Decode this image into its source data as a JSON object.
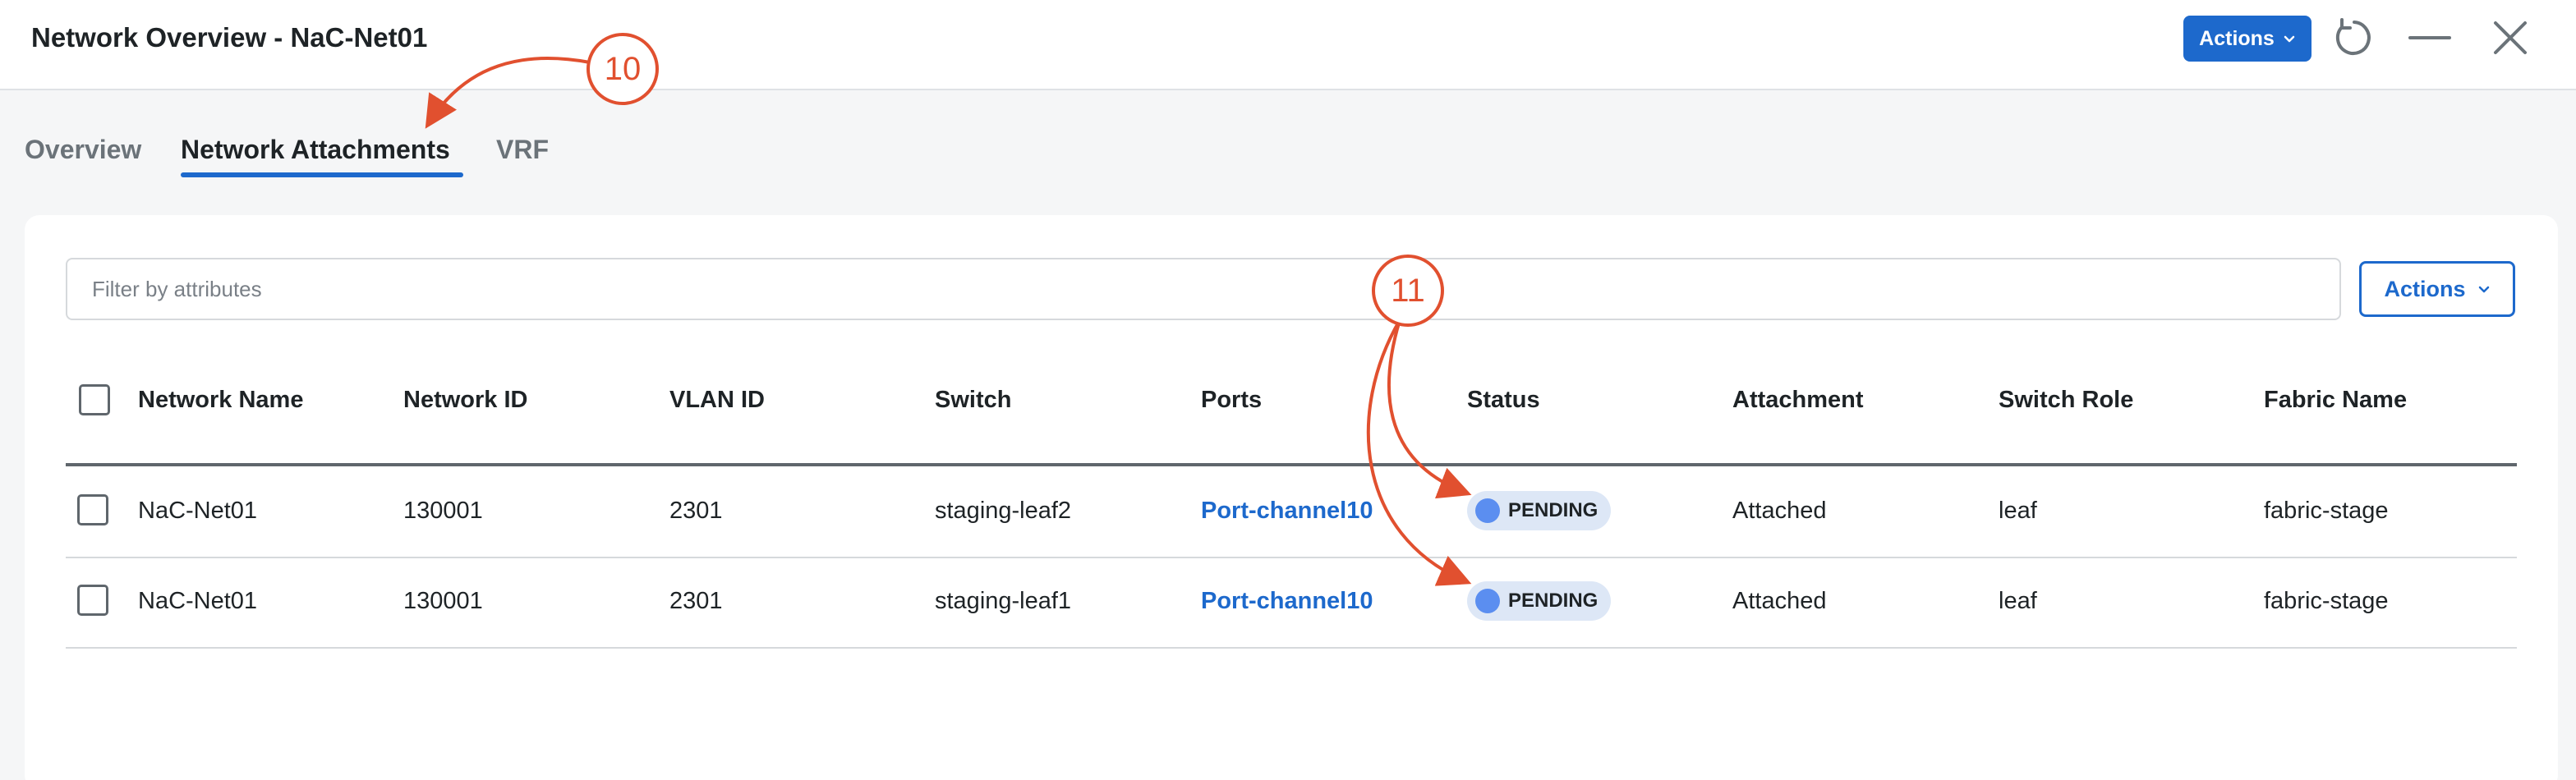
{
  "header": {
    "title": "Network Overview - NaC-Net01",
    "actions_label": "Actions",
    "icons": [
      "refresh-icon",
      "minimize-icon",
      "close-icon"
    ]
  },
  "tabs": [
    {
      "label": "Overview",
      "active": false
    },
    {
      "label": "Network Attachments",
      "active": true
    },
    {
      "label": "VRF",
      "active": false
    }
  ],
  "toolbar": {
    "filter_placeholder": "Filter by attributes",
    "filter_value": "",
    "actions_label": "Actions"
  },
  "table": {
    "columns": [
      "Network Name",
      "Network ID",
      "VLAN ID",
      "Switch",
      "Ports",
      "Status",
      "Attachment",
      "Switch Role",
      "Fabric Name"
    ],
    "rows": [
      {
        "network_name": "NaC-Net01",
        "network_id": "130001",
        "vlan_id": "2301",
        "switch": "staging-leaf2",
        "ports": "Port-channel10",
        "status": "PENDING",
        "attachment": "Attached",
        "switch_role": "leaf",
        "fabric_name": "fabric-stage"
      },
      {
        "network_name": "NaC-Net01",
        "network_id": "130001",
        "vlan_id": "2301",
        "switch": "staging-leaf1",
        "ports": "Port-channel10",
        "status": "PENDING",
        "attachment": "Attached",
        "switch_role": "leaf",
        "fabric_name": "fabric-stage"
      }
    ]
  },
  "annotations": [
    {
      "number": "10",
      "target": "Network Attachments tab"
    },
    {
      "number": "11",
      "target": "Status badges"
    }
  ],
  "colors": {
    "accent": "#1d69cc",
    "annotation": "#e1502f",
    "pending_dot": "#5b8ef0",
    "pending_bg": "#dde7f6"
  }
}
